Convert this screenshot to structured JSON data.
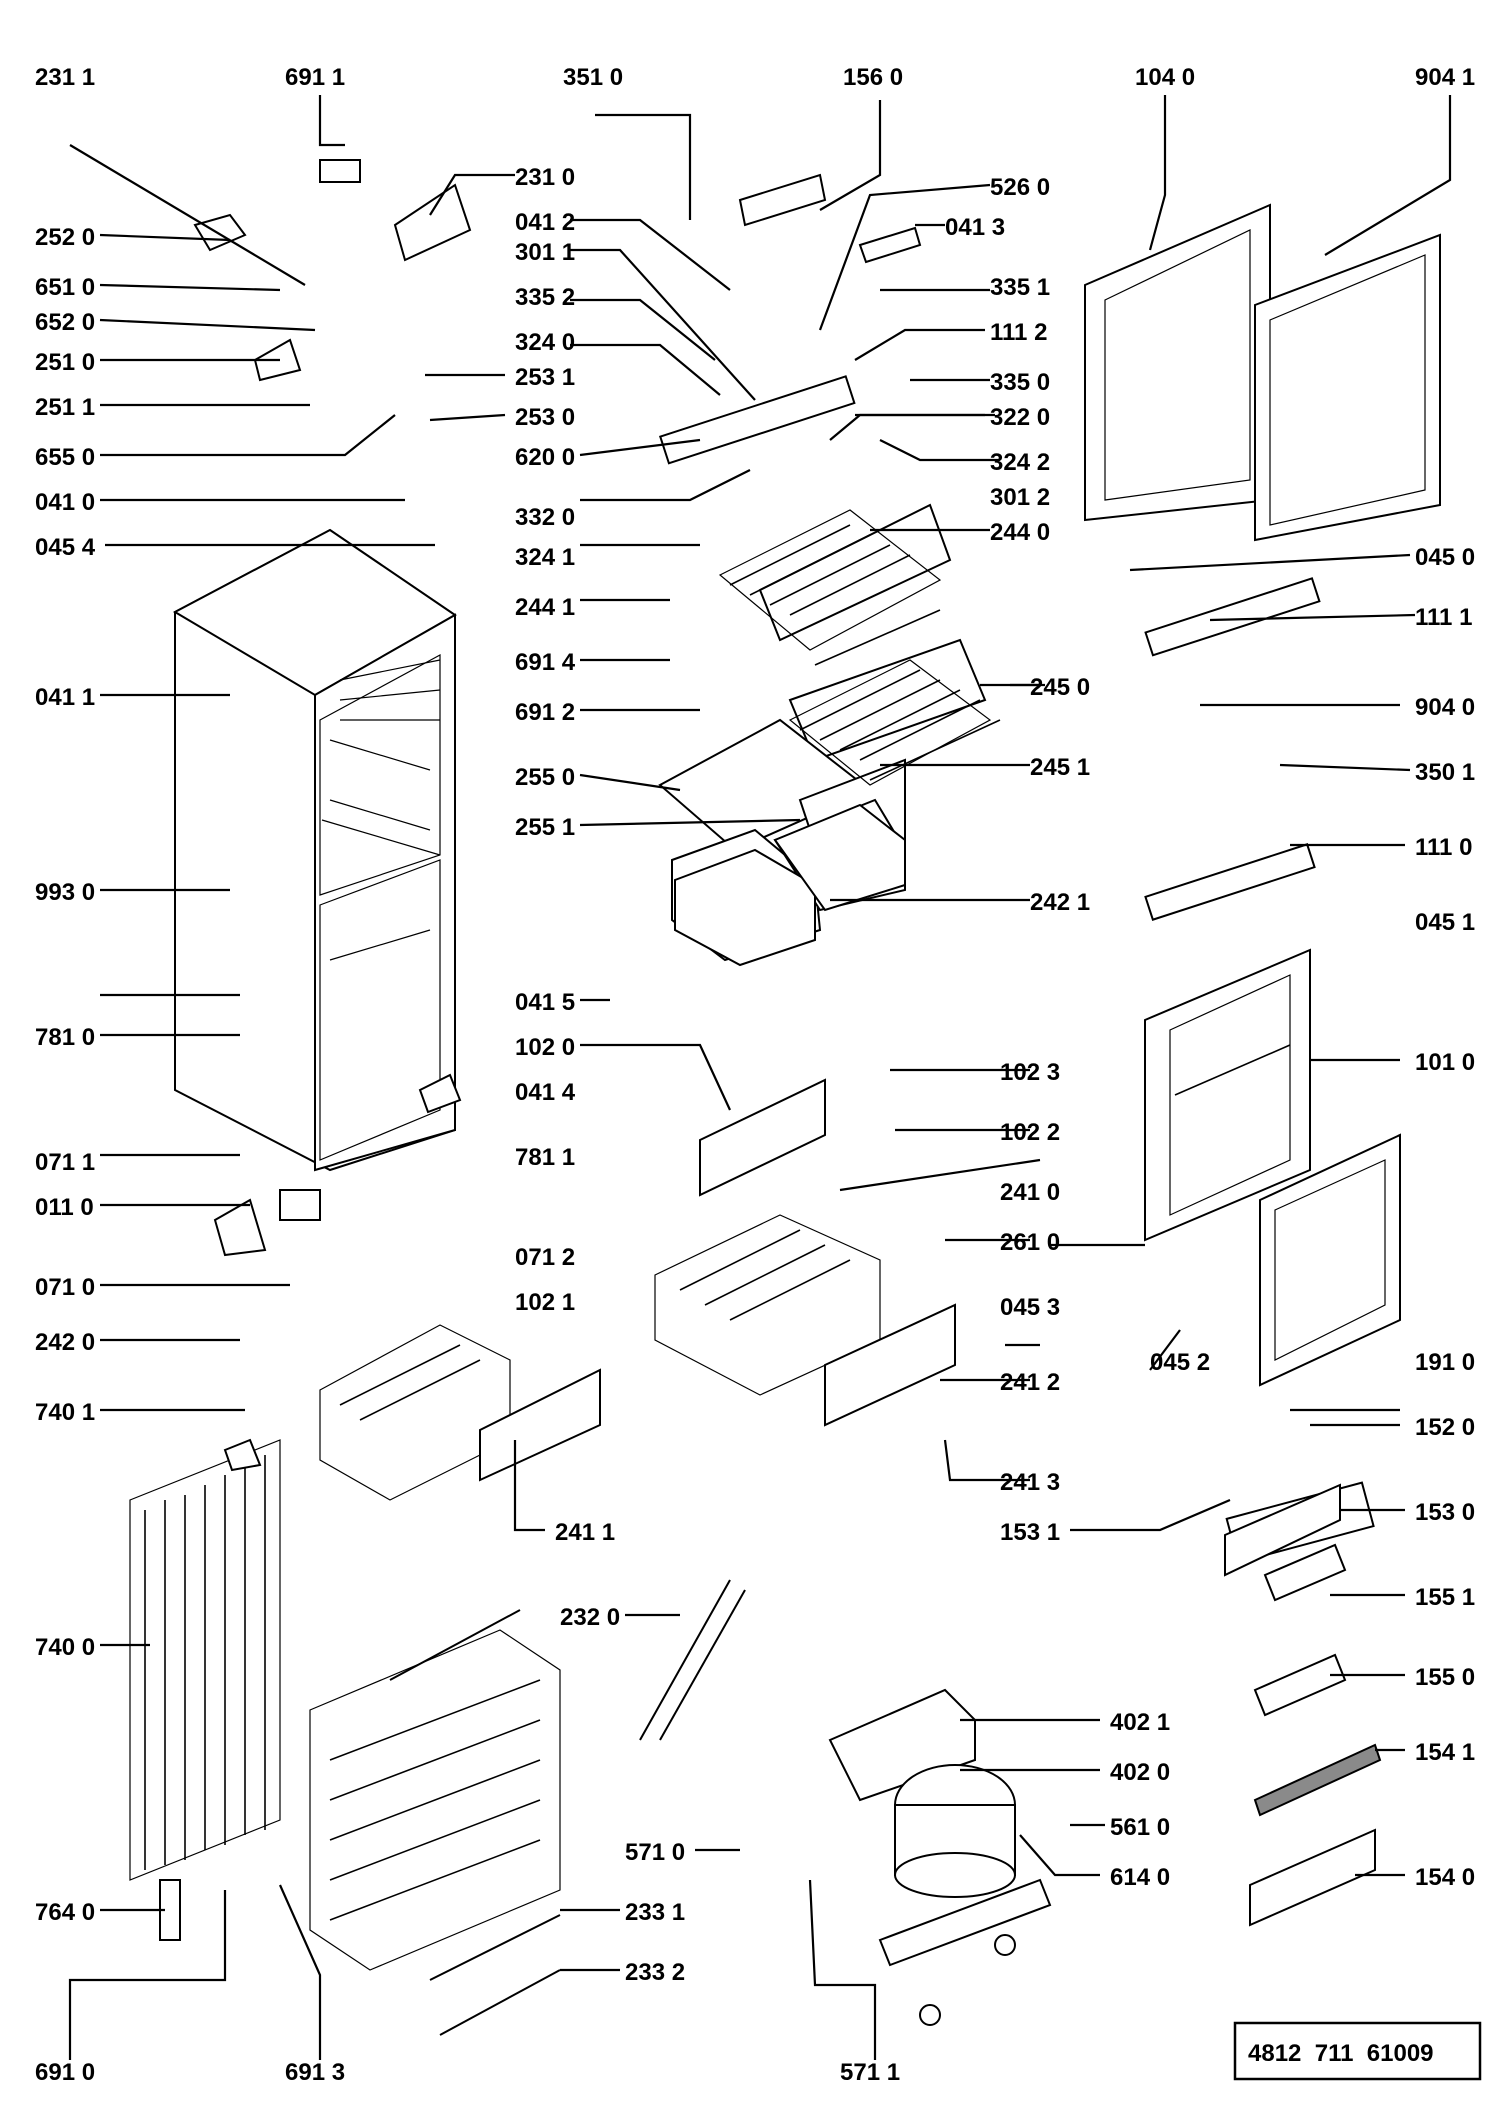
{
  "drawing_number": "4812  711  61009",
  "callouts": [
    {
      "id": "c231-1",
      "text": "231 1"
    },
    {
      "id": "c691-1",
      "text": "691 1"
    },
    {
      "id": "c351-0",
      "text": "351 0"
    },
    {
      "id": "c156-0",
      "text": "156 0"
    },
    {
      "id": "c104-0",
      "text": "104 0"
    },
    {
      "id": "c904-1",
      "text": "904 1"
    },
    {
      "id": "c231-0",
      "text": "231 0"
    },
    {
      "id": "c526-0",
      "text": "526 0"
    },
    {
      "id": "c041-2",
      "text": "041 2"
    },
    {
      "id": "c041-3",
      "text": "041 3"
    },
    {
      "id": "c252-0",
      "text": "252 0"
    },
    {
      "id": "c301-1",
      "text": "301 1"
    },
    {
      "id": "c651-0",
      "text": "651 0"
    },
    {
      "id": "c335-2",
      "text": "335 2"
    },
    {
      "id": "c335-1",
      "text": "335 1"
    },
    {
      "id": "c652-0",
      "text": "652 0"
    },
    {
      "id": "c111-2",
      "text": "111 2"
    },
    {
      "id": "c324-0",
      "text": "324 0"
    },
    {
      "id": "c251-0",
      "text": "251 0"
    },
    {
      "id": "c253-1",
      "text": "253 1"
    },
    {
      "id": "c335-0",
      "text": "335 0"
    },
    {
      "id": "c251-1",
      "text": "251 1"
    },
    {
      "id": "c253-0",
      "text": "253 0"
    },
    {
      "id": "c322-0",
      "text": "322 0"
    },
    {
      "id": "c655-0",
      "text": "655 0"
    },
    {
      "id": "c620-0",
      "text": "620 0"
    },
    {
      "id": "c324-2",
      "text": "324 2"
    },
    {
      "id": "c041-0",
      "text": "041 0"
    },
    {
      "id": "c301-2",
      "text": "301 2"
    },
    {
      "id": "c332-0",
      "text": "332 0"
    },
    {
      "id": "c045-4",
      "text": "045 4"
    },
    {
      "id": "c244-0",
      "text": "244 0"
    },
    {
      "id": "c324-1",
      "text": "324 1"
    },
    {
      "id": "c045-0",
      "text": "045 0"
    },
    {
      "id": "c244-1",
      "text": "244 1"
    },
    {
      "id": "c111-1",
      "text": "111 1"
    },
    {
      "id": "c691-4",
      "text": "691 4"
    },
    {
      "id": "c041-1",
      "text": "041 1"
    },
    {
      "id": "c245-0",
      "text": "245 0"
    },
    {
      "id": "c691-2",
      "text": "691 2"
    },
    {
      "id": "c904-0",
      "text": "904 0"
    },
    {
      "id": "c245-1",
      "text": "245 1"
    },
    {
      "id": "c255-0",
      "text": "255 0"
    },
    {
      "id": "c350-1",
      "text": "350 1"
    },
    {
      "id": "c255-1",
      "text": "255 1"
    },
    {
      "id": "c111-0",
      "text": "111 0"
    },
    {
      "id": "c993-0",
      "text": "993 0"
    },
    {
      "id": "c242-1",
      "text": "242 1"
    },
    {
      "id": "c045-1",
      "text": "045 1"
    },
    {
      "id": "c041-5",
      "text": "041 5"
    },
    {
      "id": "c102-0",
      "text": "102 0"
    },
    {
      "id": "c781-0",
      "text": "781 0"
    },
    {
      "id": "c101-0",
      "text": "101 0"
    },
    {
      "id": "c102-3",
      "text": "102 3"
    },
    {
      "id": "c041-4",
      "text": "041 4"
    },
    {
      "id": "c102-2",
      "text": "102 2"
    },
    {
      "id": "c781-1",
      "text": "781 1"
    },
    {
      "id": "c071-1",
      "text": "071 1"
    },
    {
      "id": "c241-0",
      "text": "241 0"
    },
    {
      "id": "c011-0",
      "text": "011 0"
    },
    {
      "id": "c261-0",
      "text": "261 0"
    },
    {
      "id": "c071-2",
      "text": "071 2"
    },
    {
      "id": "c071-0",
      "text": "071 0"
    },
    {
      "id": "c102-1",
      "text": "102 1"
    },
    {
      "id": "c045-3",
      "text": "045 3"
    },
    {
      "id": "c242-0",
      "text": "242 0"
    },
    {
      "id": "c045-2",
      "text": "045 2"
    },
    {
      "id": "c191-0",
      "text": "191 0"
    },
    {
      "id": "c241-2",
      "text": "241 2"
    },
    {
      "id": "c740-1",
      "text": "740 1"
    },
    {
      "id": "c152-0",
      "text": "152 0"
    },
    {
      "id": "c241-3",
      "text": "241 3"
    },
    {
      "id": "c241-1",
      "text": "241 1"
    },
    {
      "id": "c153-1",
      "text": "153 1"
    },
    {
      "id": "c153-0",
      "text": "153 0"
    },
    {
      "id": "c155-1",
      "text": "155 1"
    },
    {
      "id": "c232-0",
      "text": "232 0"
    },
    {
      "id": "c740-0",
      "text": "740 0"
    },
    {
      "id": "c155-0",
      "text": "155 0"
    },
    {
      "id": "c402-1",
      "text": "402 1"
    },
    {
      "id": "c402-0",
      "text": "402 0"
    },
    {
      "id": "c154-1",
      "text": "154 1"
    },
    {
      "id": "c571-0",
      "text": "571 0"
    },
    {
      "id": "c561-0",
      "text": "561 0"
    },
    {
      "id": "c614-0",
      "text": "614 0"
    },
    {
      "id": "c154-0",
      "text": "154 0"
    },
    {
      "id": "c764-0",
      "text": "764 0"
    },
    {
      "id": "c233-1",
      "text": "233 1"
    },
    {
      "id": "c233-2",
      "text": "233 2"
    },
    {
      "id": "c691-0",
      "text": "691 0"
    },
    {
      "id": "c691-3",
      "text": "691 3"
    },
    {
      "id": "c571-1",
      "text": "571 1"
    }
  ]
}
